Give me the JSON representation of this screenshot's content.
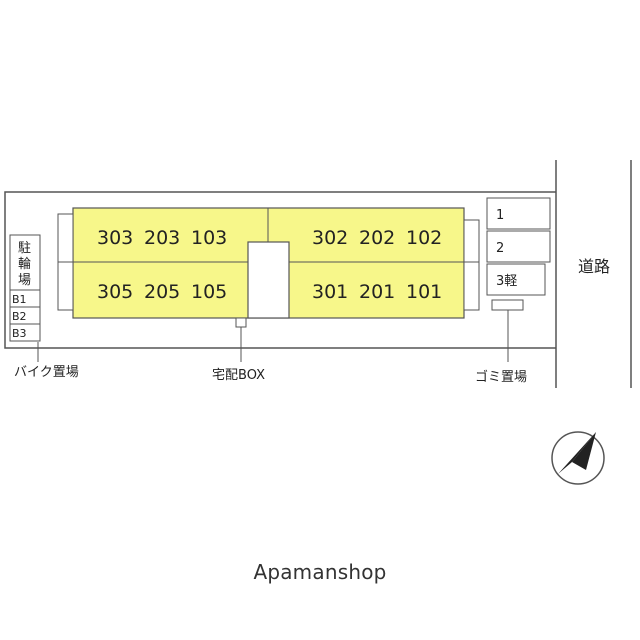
{
  "road_label": "道路",
  "units": {
    "left_upper": [
      "303",
      "203",
      "103"
    ],
    "left_lower": [
      "305",
      "205",
      "105"
    ],
    "right_upper": [
      "302",
      "202",
      "102"
    ],
    "right_lower": [
      "301",
      "201",
      "101"
    ]
  },
  "bike_parking": {
    "header": [
      "駐",
      "輪",
      "場"
    ],
    "slots": [
      "B1",
      "B2",
      "B3"
    ],
    "label": "バイク置場"
  },
  "delivery_box_label": "宅配BOX",
  "car_parking": [
    "1",
    "2",
    "3軽"
  ],
  "garbage_label": "ゴミ置場",
  "compass_icon": "north-arrow-icon",
  "brand": "Apamanshop",
  "colors": {
    "building": "#f7f78a",
    "line": "#555555"
  }
}
